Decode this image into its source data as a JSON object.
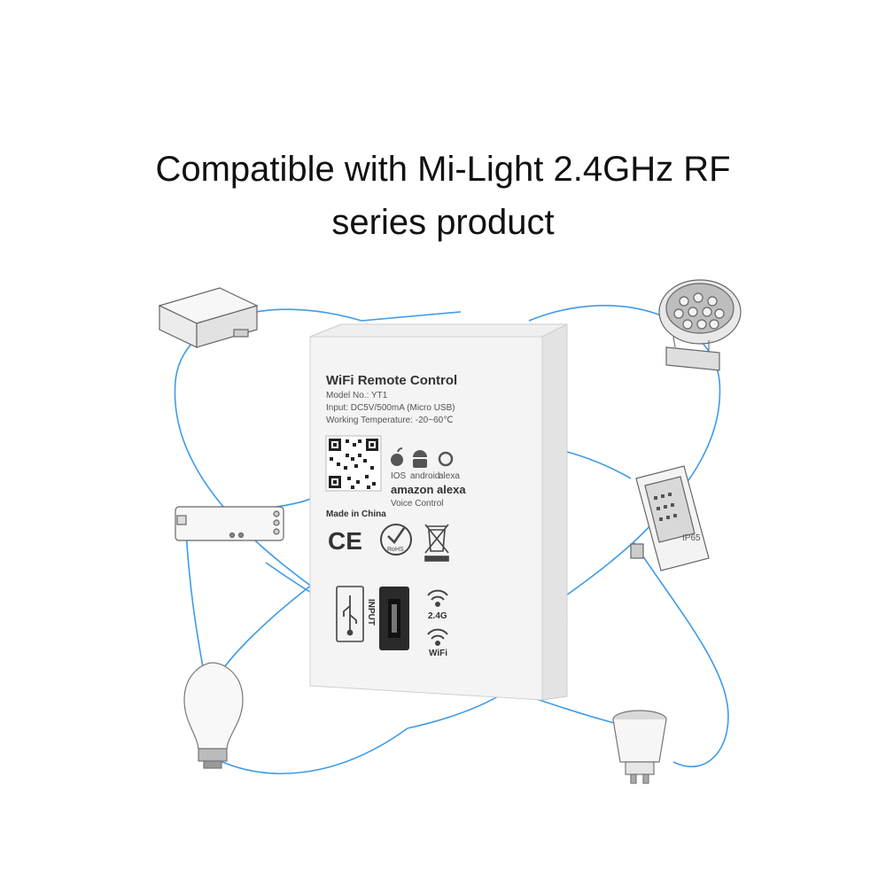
{
  "headline": {
    "line1": "Compatible with Mi-Light 2.4GHz RF",
    "line2": "series product"
  },
  "device": {
    "title": "WiFi Remote Control",
    "model": "Model No.: YT1",
    "input": "Input: DC5V/500mA (Micro USB)",
    "temperature": "Working Temperature: -20~60℃",
    "platforms": [
      "IOS",
      "android",
      "alexa"
    ],
    "amazon_brand": "amazon alexa",
    "voice_control": "Voice Control",
    "made_in": "Made in China",
    "ce_mark": "CE",
    "rohs_mark": "RoHS",
    "port_label": "INPUT",
    "band_label": "2.4G",
    "wifi_label": "WiFi"
  },
  "light_label": "IP65",
  "colors": {
    "line": "#3d9be9",
    "text": "#111111",
    "device_body": "#f4f4f4"
  }
}
